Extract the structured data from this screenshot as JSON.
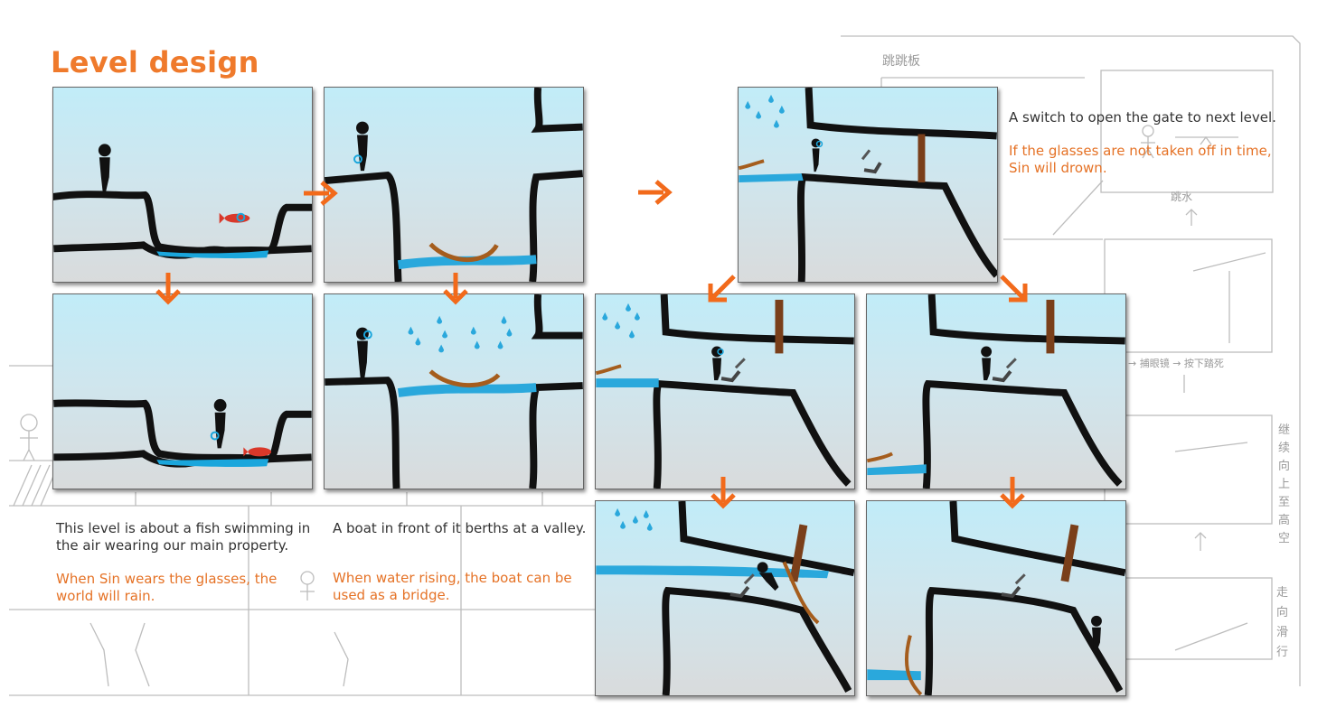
{
  "title": "Level design",
  "colors": {
    "accent": "#ef7a2c",
    "caption_orange": "#e57226",
    "text_dark": "#333333",
    "water": "#2aa8dc",
    "sky_top": "#c1ecf8",
    "ground_bottom": "#d9dbdc"
  },
  "captions": {
    "fish": {
      "main": "This level is about a fish swimming in the air wearing our main property.",
      "note": "When Sin wears the glasses, the world will rain."
    },
    "boat": {
      "main": "A boat in front of it berths at a valley.",
      "note": "When water rising, the boat can be used as a bridge."
    },
    "switch": {
      "main": "A switch to open the gate to next level.",
      "note": "If the glasses are not taken off in time, Sin will drown."
    }
  },
  "panels": [
    {
      "id": "fish-before",
      "scene": "fish"
    },
    {
      "id": "boat-before",
      "scene": "boat"
    },
    {
      "id": "switch-before",
      "scene": "switch"
    },
    {
      "id": "fish-rain",
      "scene": "fish-rain"
    },
    {
      "id": "boat-rain",
      "scene": "boat-rain"
    },
    {
      "id": "switch-rain-a",
      "scene": "switch-a"
    },
    {
      "id": "switch-rain-b",
      "scene": "switch-b"
    },
    {
      "id": "switch-flood-a",
      "scene": "flood-a"
    },
    {
      "id": "switch-flood-b",
      "scene": "flood-b"
    }
  ],
  "sketch_text": {
    "top_label": "跳跳板",
    "mid_label": "跳水",
    "side_label_1": "继续向上至高空",
    "side_label_2": "走向滑行",
    "row_text": "→ 捕眼镜 → 按下踏死"
  }
}
